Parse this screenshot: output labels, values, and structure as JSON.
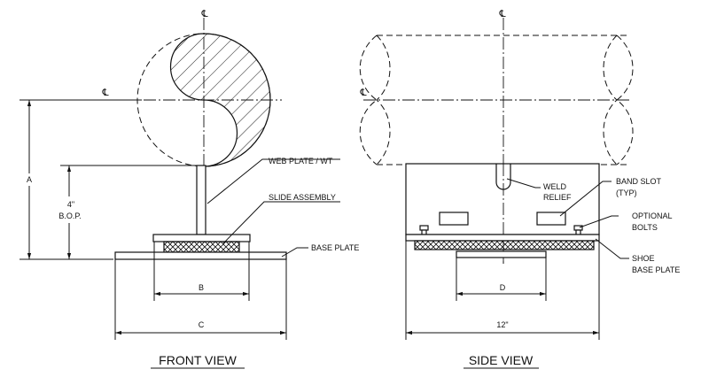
{
  "front_view": {
    "title": "FRONT VIEW",
    "centerline_symbol": "℄",
    "dimensions": {
      "a": "A",
      "bop_height": "4\"",
      "bop": "B.O.P.",
      "b": "B",
      "c": "C"
    },
    "labels": {
      "web_plate": "WEB PLATE / WT",
      "slide_assembly": "SLIDE ASSEMBLY",
      "base_plate": "BASE PLATE"
    }
  },
  "side_view": {
    "title": "SIDE VIEW",
    "centerline_symbol": "℄",
    "dimensions": {
      "d": "D",
      "length": "12\""
    },
    "labels": {
      "weld_relief_1": "WELD",
      "weld_relief_2": "RELIEF",
      "band_slot_1": "BAND SLOT",
      "band_slot_2": "(TYP)",
      "optional_bolts_1": "OPTIONAL",
      "optional_bolts_2": "BOLTS",
      "shoe_base_plate_1": "SHOE",
      "shoe_base_plate_2": "BASE PLATE"
    }
  }
}
